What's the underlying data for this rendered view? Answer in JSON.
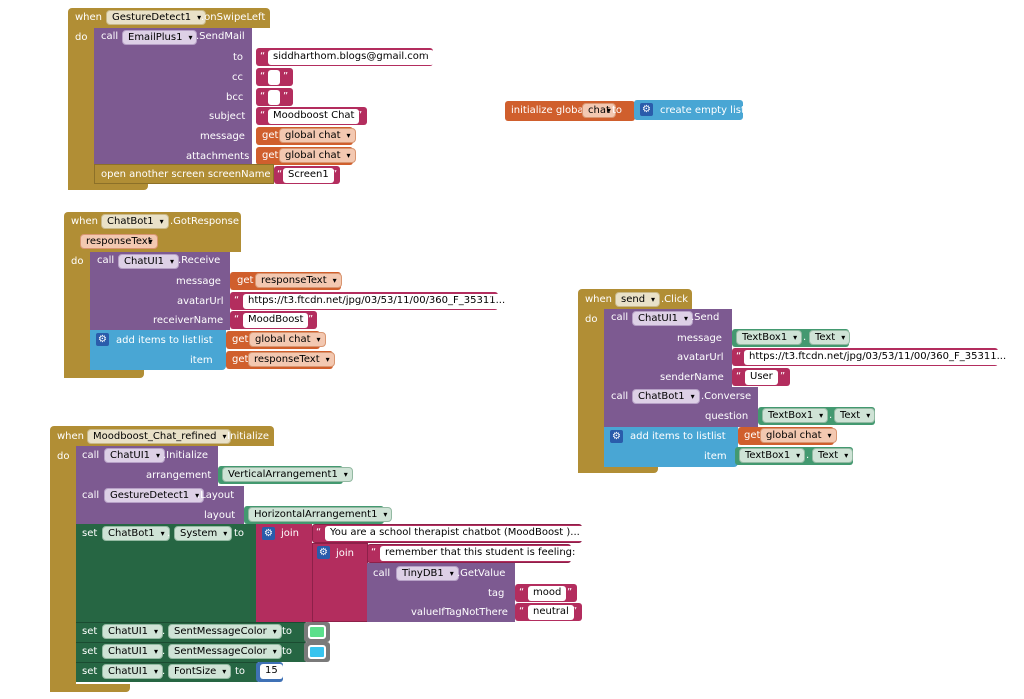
{
  "colors": {
    "event": "#b18e35",
    "procedure": "#7d5a91",
    "setter": "#266643",
    "getter": "#d05f2d",
    "text": "#b32d5e",
    "list": "#49a6d4",
    "component": "#439970",
    "swatch_green": "#5bdf8b",
    "swatch_blue": "#38c4ef"
  },
  "kw": {
    "when": "when",
    "do": "do",
    "call": "call",
    "set": "set",
    "get": "get",
    "join": "join",
    "to": "to"
  },
  "b1": {
    "comp": "GestureDetect1",
    "event": ".onSwipeLeft",
    "call_comp": "EmailPlus1",
    "method": ".SendMail",
    "to_label": "to",
    "to_value": "siddharthom.blogs@gmail.com",
    "cc_label": "cc",
    "bcc_label": "bcc",
    "subject_label": "subject",
    "subject_value": "Moodboost Chat",
    "message_label": "message",
    "message_get": "global chat",
    "attachments_label": "attachments",
    "attachments_get": "global chat",
    "open_label": "open another screen  screenName",
    "screen_value": "Screen1"
  },
  "b2": {
    "label": "initialize global",
    "var": "chat",
    "to": "to",
    "list": "create empty list",
    "gear": "gear-icon"
  },
  "b3": {
    "comp": "ChatBot1",
    "event": ".GotResponse",
    "param": "responseText",
    "call_comp": "ChatUI1",
    "method": ".Receive",
    "message_label": "message",
    "message_get": "responseText",
    "avatar_label": "avatarUrl",
    "avatar_value": "https://t3.ftcdn.net/jpg/03/53/11/00/360_F_35311...",
    "receiver_label": "receiverName",
    "receiver_value": "MoodBoost",
    "add_label": "add items to list",
    "list_label": "list",
    "list_get": "global chat",
    "item_label": "item",
    "item_get": "responseText"
  },
  "b4": {
    "comp": "send",
    "event": ".Click",
    "call_comp": "ChatUI1",
    "method": ".Send",
    "message_label": "message",
    "message_comp": "TextBox1",
    "message_prop": "Text",
    "avatar_label": "avatarUrl",
    "avatar_value": "https://t3.ftcdn.net/jpg/03/53/11/00/360_F_35311...",
    "sender_label": "senderName",
    "sender_value": "User",
    "conv_comp": "ChatBot1",
    "conv_method": ".Converse",
    "question_label": "question",
    "question_comp": "TextBox1",
    "question_prop": "Text",
    "add_label": "add items to list",
    "list_label": "list",
    "list_get": "global chat",
    "item_label": "item",
    "item_comp": "TextBox1",
    "item_prop": "Text"
  },
  "b5": {
    "comp": "Moodboost_Chat_refined",
    "event": ".Initialize",
    "c1_comp": "ChatUI1",
    "c1_method": ".Initialize",
    "arr_label": "arrangement",
    "arr_value": "VerticalArrangement1",
    "c2_comp": "GestureDetect1",
    "c2_method": ".Layout",
    "layout_label": "layout",
    "layout_value": "HorizontalArrangement1",
    "s1_comp": "ChatBot1",
    "s1_prop": "System",
    "j1": "You are a school therapist chatbot (MoodBoost )...",
    "j2": "remember that this student is feeling:",
    "db_comp": "TinyDB1",
    "db_method": ".GetValue",
    "tag_label": "tag",
    "tag_value": "mood",
    "vin_label": "valueIfTagNotThere",
    "vin_value": "neutral",
    "s2_comp": "ChatUI1",
    "s2_prop": "SentMessageColor",
    "s3_comp": "ChatUI1",
    "s3_prop": "SentMessageColor",
    "s4_comp": "ChatUI1",
    "s4_prop": "FontSize",
    "s4_value": "15"
  },
  "dot": "."
}
